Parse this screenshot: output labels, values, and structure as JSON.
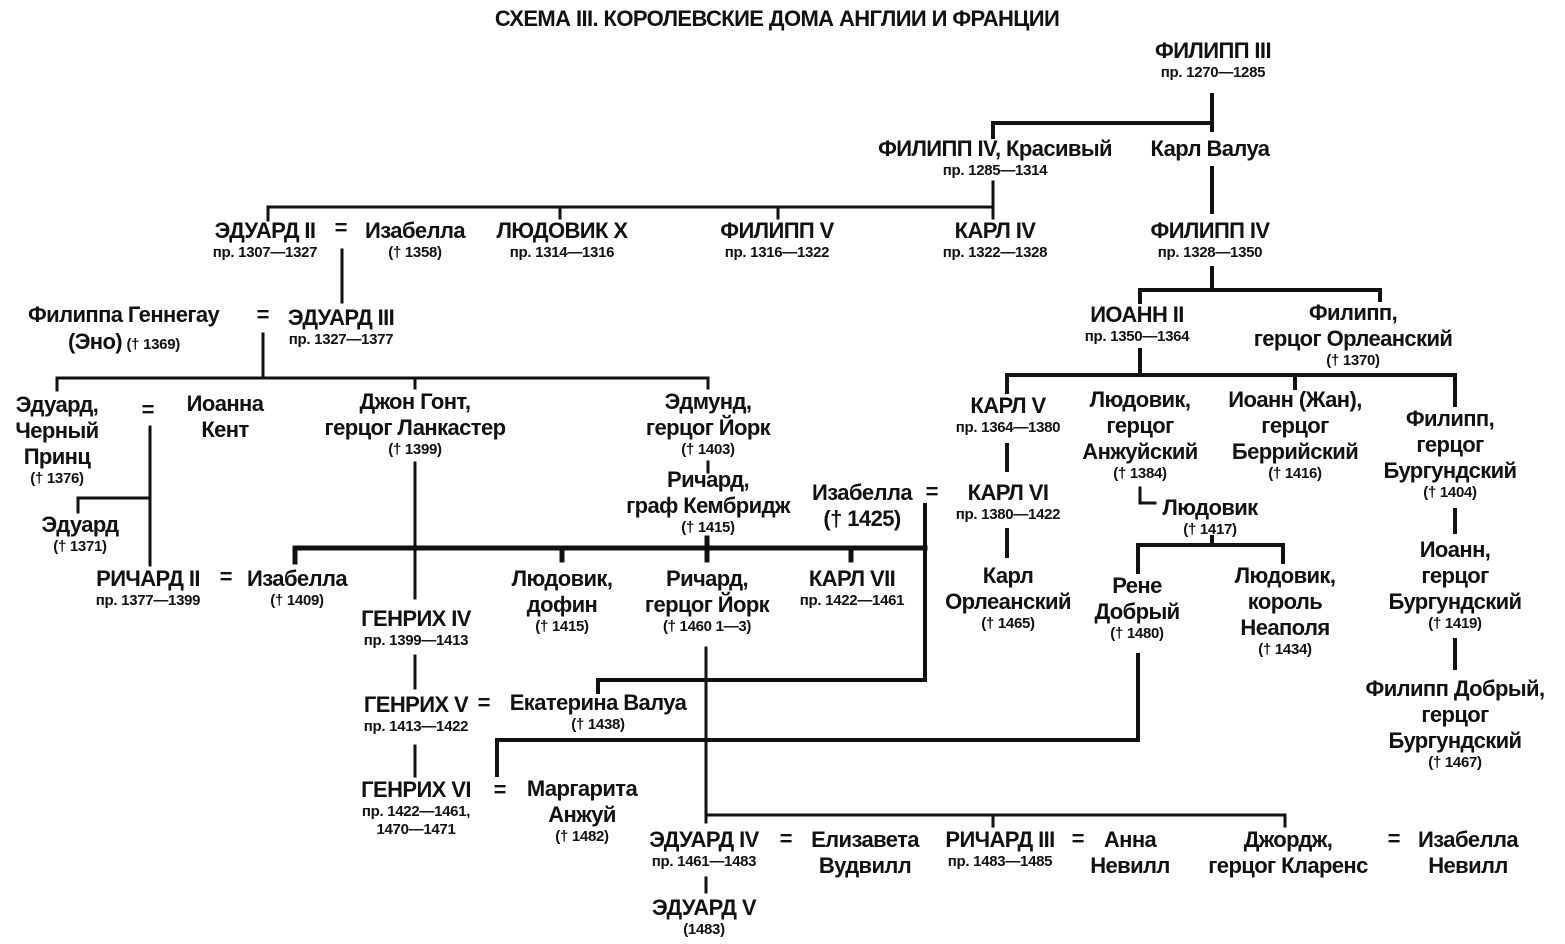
{
  "title": "СХЕМА III. КОРОЛЕВСКИЕ ДОМА АНГЛИИ И ФРАНЦИИ",
  "marriage_sign": "=",
  "persons": {
    "philip3": {
      "name": [
        "ФИЛИПП III"
      ],
      "detail": [
        "пр. 1270—1285"
      ]
    },
    "philip4fair": {
      "name": [
        "ФИЛИПП IV, Красивый"
      ],
      "detail": [
        "пр. 1285—1314"
      ]
    },
    "charlesValois": {
      "name": [
        "Карл Валуа"
      ],
      "detail": []
    },
    "edward2": {
      "name": [
        "ЭДУАРД II"
      ],
      "detail": [
        "пр. 1307—1327"
      ]
    },
    "isabella1358": {
      "name": [
        "Изабелла"
      ],
      "detail": [
        "(† 1358)"
      ]
    },
    "louis10": {
      "name": [
        "ЛЮДОВИК X"
      ],
      "detail": [
        "пр. 1314—1316"
      ]
    },
    "philip5": {
      "name": [
        "ФИЛИПП V"
      ],
      "detail": [
        "пр. 1316—1322"
      ]
    },
    "charles4": {
      "name": [
        "КАРЛ IV"
      ],
      "detail": [
        "пр. 1322—1328"
      ]
    },
    "philip6": {
      "name": [
        "ФИЛИПП IV"
      ],
      "detail": [
        "пр. 1328—1350"
      ]
    },
    "philippa": {
      "name": "Филиппа Геннегау",
      "alt": "(Эно)",
      "detail": "(† 1369)"
    },
    "edward3": {
      "name": [
        "ЭДУАРД III"
      ],
      "detail": [
        "пр. 1327—1377"
      ]
    },
    "john2": {
      "name": [
        "ИОАНН II"
      ],
      "detail": [
        "пр. 1350—1364"
      ]
    },
    "philipOrleans": {
      "name": [
        "Филипп,",
        "герцог Орлеанский"
      ],
      "detail": [
        "(† 1370)"
      ]
    },
    "edwardBlackPrince": {
      "name": [
        "Эдуард,",
        "Черный",
        "Принц"
      ],
      "detail": [
        "(† 1376)"
      ]
    },
    "joanKent": {
      "name": [
        "Иоанна",
        "Кент"
      ],
      "detail": []
    },
    "johnGaunt": {
      "name": [
        "Джон Гонт,",
        "герцог Ланкастер"
      ],
      "detail": [
        "(† 1399)"
      ]
    },
    "edmundYork": {
      "name": [
        "Эдмунд,",
        "герцог Йорк"
      ],
      "detail": [
        "(† 1403)"
      ]
    },
    "charles5": {
      "name": [
        "КАРЛ V"
      ],
      "detail": [
        "пр. 1364—1380"
      ]
    },
    "louisAnjou": {
      "name": [
        "Людовик,",
        "герцог",
        "Анжуйский"
      ],
      "detail": [
        "(† 1384)"
      ]
    },
    "jeanBerry": {
      "name": [
        "Иоанн (Жан),",
        "герцог",
        "Беррийский"
      ],
      "detail": [
        "(† 1416)"
      ]
    },
    "philipBurgundy": {
      "name": [
        "Филипп,",
        "герцог",
        "Бургундский"
      ],
      "detail": [
        "(† 1404)"
      ]
    },
    "edward1371": {
      "name": [
        "Эдуард"
      ],
      "detail": [
        "(† 1371)"
      ]
    },
    "richardCambridge": {
      "name": [
        "Ричард,",
        "граф Кембридж"
      ],
      "detail": [
        "(† 1415)"
      ]
    },
    "isabella1425": {
      "name": [
        "Изабелла",
        "(† 1425)"
      ],
      "detail": []
    },
    "charles6": {
      "name": [
        "КАРЛ VI"
      ],
      "detail": [
        "пр. 1380—1422"
      ]
    },
    "louis1417": {
      "name": [
        "Людовик"
      ],
      "detail": [
        "(† 1417)"
      ]
    },
    "richard2": {
      "name": [
        "РИЧАРД II"
      ],
      "detail": [
        "пр. 1377—1399"
      ]
    },
    "isabella1409": {
      "name": [
        "Изабелла"
      ],
      "detail": [
        "(† 1409)"
      ]
    },
    "louisDauphin": {
      "name": [
        "Людовик,",
        "дофин"
      ],
      "detail": [
        "(† 1415)"
      ]
    },
    "richardYork": {
      "name": [
        "Ричард,",
        "герцог Йорк"
      ],
      "detail": [
        "(† 1460 1—3)"
      ]
    },
    "charles7": {
      "name": [
        "КАРЛ VII"
      ],
      "detail": [
        "пр. 1422—1461"
      ]
    },
    "charlesOrleans": {
      "name": [
        "Карл",
        "Орлеанский"
      ],
      "detail": [
        "(† 1465)"
      ]
    },
    "rene": {
      "name": [
        "Рене",
        "Добрый"
      ],
      "detail": [
        "(† 1480)"
      ]
    },
    "louisNaples": {
      "name": [
        "Людовик,",
        "король",
        "Неаполя"
      ],
      "detail": [
        "(† 1434)"
      ]
    },
    "johnBurgundy": {
      "name": [
        "Иоанн,",
        "герцог",
        "Бургундский"
      ],
      "detail": [
        "(† 1419)"
      ]
    },
    "henry4": {
      "name": [
        "ГЕНРИХ IV"
      ],
      "detail": [
        "пр. 1399—1413"
      ]
    },
    "henry5": {
      "name": [
        "ГЕНРИХ V"
      ],
      "detail": [
        "пр. 1413—1422"
      ]
    },
    "catherine": {
      "name": [
        "Екатерина Валуа"
      ],
      "detail": [
        "(† 1438)"
      ]
    },
    "philipGood": {
      "name": [
        "Филипп Добрый,",
        "герцог",
        "Бургундский"
      ],
      "detail": [
        "(† 1467)"
      ]
    },
    "henry6": {
      "name": [
        "ГЕНРИХ VI"
      ],
      "detail": [
        "пр. 1422—1461,",
        "1470—1471"
      ]
    },
    "margaret": {
      "name": [
        "Маргарита",
        "Анжуй"
      ],
      "detail": [
        "(† 1482)"
      ]
    },
    "edward4": {
      "name": [
        "ЭДУАРД IV"
      ],
      "detail": [
        "пр. 1461—1483"
      ]
    },
    "elizabeth": {
      "name": [
        "Елизавета",
        "Вудвилл"
      ],
      "detail": []
    },
    "richard3": {
      "name": [
        "РИЧАРД III"
      ],
      "detail": [
        "пр. 1483—1485"
      ]
    },
    "anne": {
      "name": [
        "Анна",
        "Невилл"
      ],
      "detail": []
    },
    "george": {
      "name": [
        "Джордж,",
        "герцог Кларенс"
      ],
      "detail": []
    },
    "isabellaNeville": {
      "name": [
        "Изабелла",
        "Невилл"
      ],
      "detail": []
    },
    "edward5": {
      "name": [
        "ЭДУАРД V"
      ],
      "detail": [
        "(1483)"
      ]
    }
  }
}
